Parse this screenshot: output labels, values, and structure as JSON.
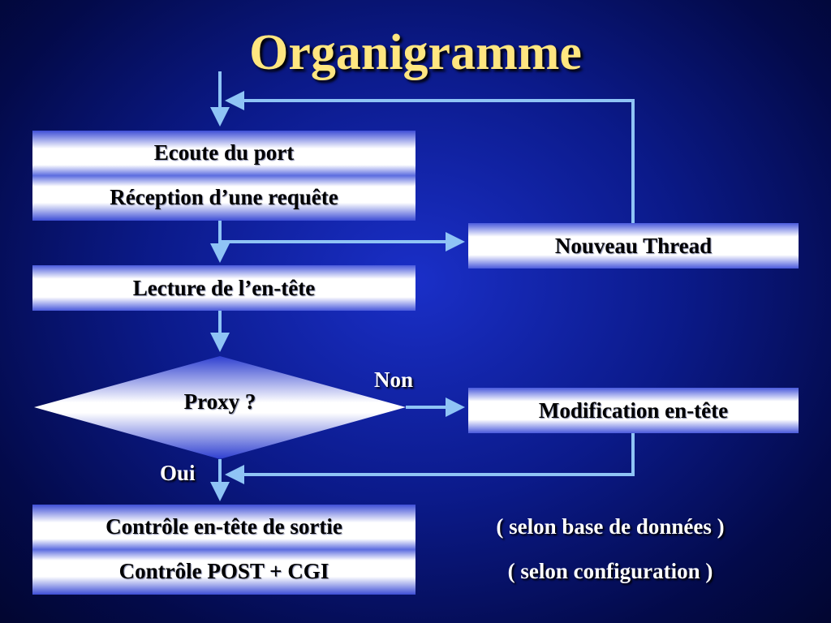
{
  "title": "Organigramme",
  "boxes": {
    "ecoute": {
      "line1": "Ecoute du port",
      "line2": "Réception d’une requête"
    },
    "thread": "Nouveau Thread",
    "lecture": "Lecture de l’en-tête",
    "proxy": "Proxy ?",
    "modification": "Modification en-tête",
    "controle": {
      "line1": "Contrôle en-tête de sortie",
      "line2": "Contrôle POST + CGI"
    }
  },
  "labels": {
    "non": "Non",
    "oui": "Oui"
  },
  "notes": {
    "line1": "( selon base de données )",
    "line2": "( selon configuration )"
  },
  "colors": {
    "title": "#ffe680",
    "arrow": "#8fc4f5",
    "background": "#0b1a8a"
  }
}
